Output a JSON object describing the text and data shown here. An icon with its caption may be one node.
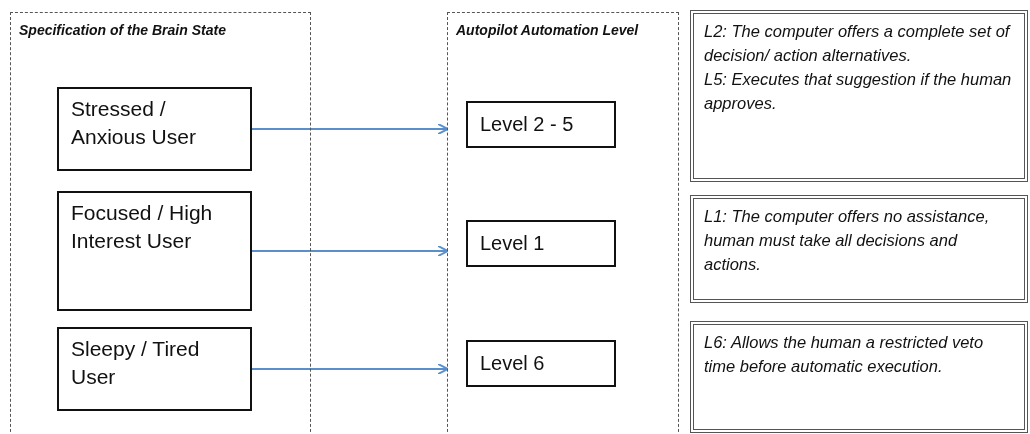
{
  "diagram": {
    "nodes": [
      {
        "text": [
          "Specification of the Brain State"
        ]
      },
      {
        "text": [
          "Stressed / Anxious User"
        ],
        "in": 0
      },
      {
        "text": [
          "Focused / High Interest User"
        ],
        "in": 0
      },
      {
        "text": [
          "Sleepy / Tired User"
        ],
        "in": 0
      },
      {
        "text": [
          "Autopilot Automation Level"
        ]
      },
      {
        "text": [
          "Level 2 - 5"
        ],
        "in": 4
      },
      {
        "text": [
          "Level 1"
        ],
        "in": 4
      },
      {
        "text": [
          "Level 6"
        ],
        "in": 4
      },
      {
        "text": [
          "L2: The computer offers a complete set of decision/ action alternatives.",
          "L5: Executes that suggestion if the human approves."
        ]
      },
      {
        "text": [
          "L1: The computer offers no assistance, human must take all decisions and actions."
        ]
      },
      {
        "text": [
          "L6: Allows the human a restricted veto time before automatic execution."
        ]
      }
    ],
    "edges": [
      {
        "from": 1,
        "to": 4,
        "arrow": "to"
      },
      {
        "from": 2,
        "to": 4,
        "arrow": "to"
      },
      {
        "from": 3,
        "to": 4,
        "arrow": "to"
      }
    ]
  }
}
